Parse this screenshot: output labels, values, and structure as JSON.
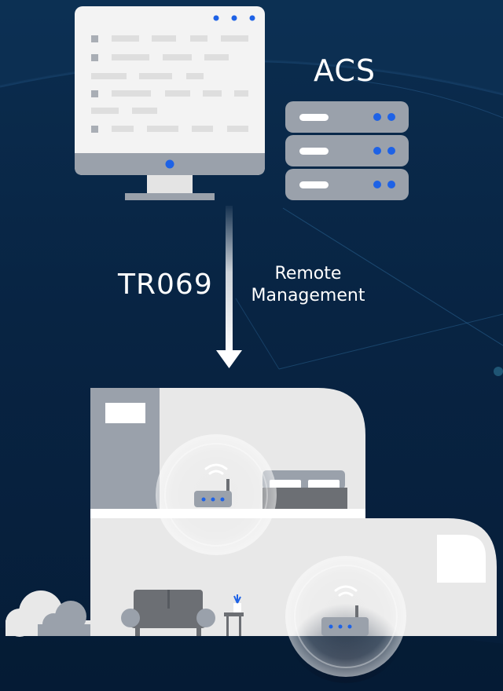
{
  "acs": {
    "title": "ACS"
  },
  "link": {
    "protocol": "TR069",
    "description": "Remote Management"
  },
  "colors": {
    "background": "#082443",
    "panel": "#e8e8e8",
    "gray": "#9aa1ab",
    "dark_gray": "#6c6f74",
    "accent_blue": "#1e62e6",
    "white": "#ffffff"
  },
  "icons": [
    "monitor-icon",
    "server-rack-icon",
    "arrow-down-icon",
    "house-icon",
    "router-icon",
    "wifi-icon",
    "bed-icon",
    "sofa-icon",
    "plant-icon",
    "cloud-icon"
  ]
}
